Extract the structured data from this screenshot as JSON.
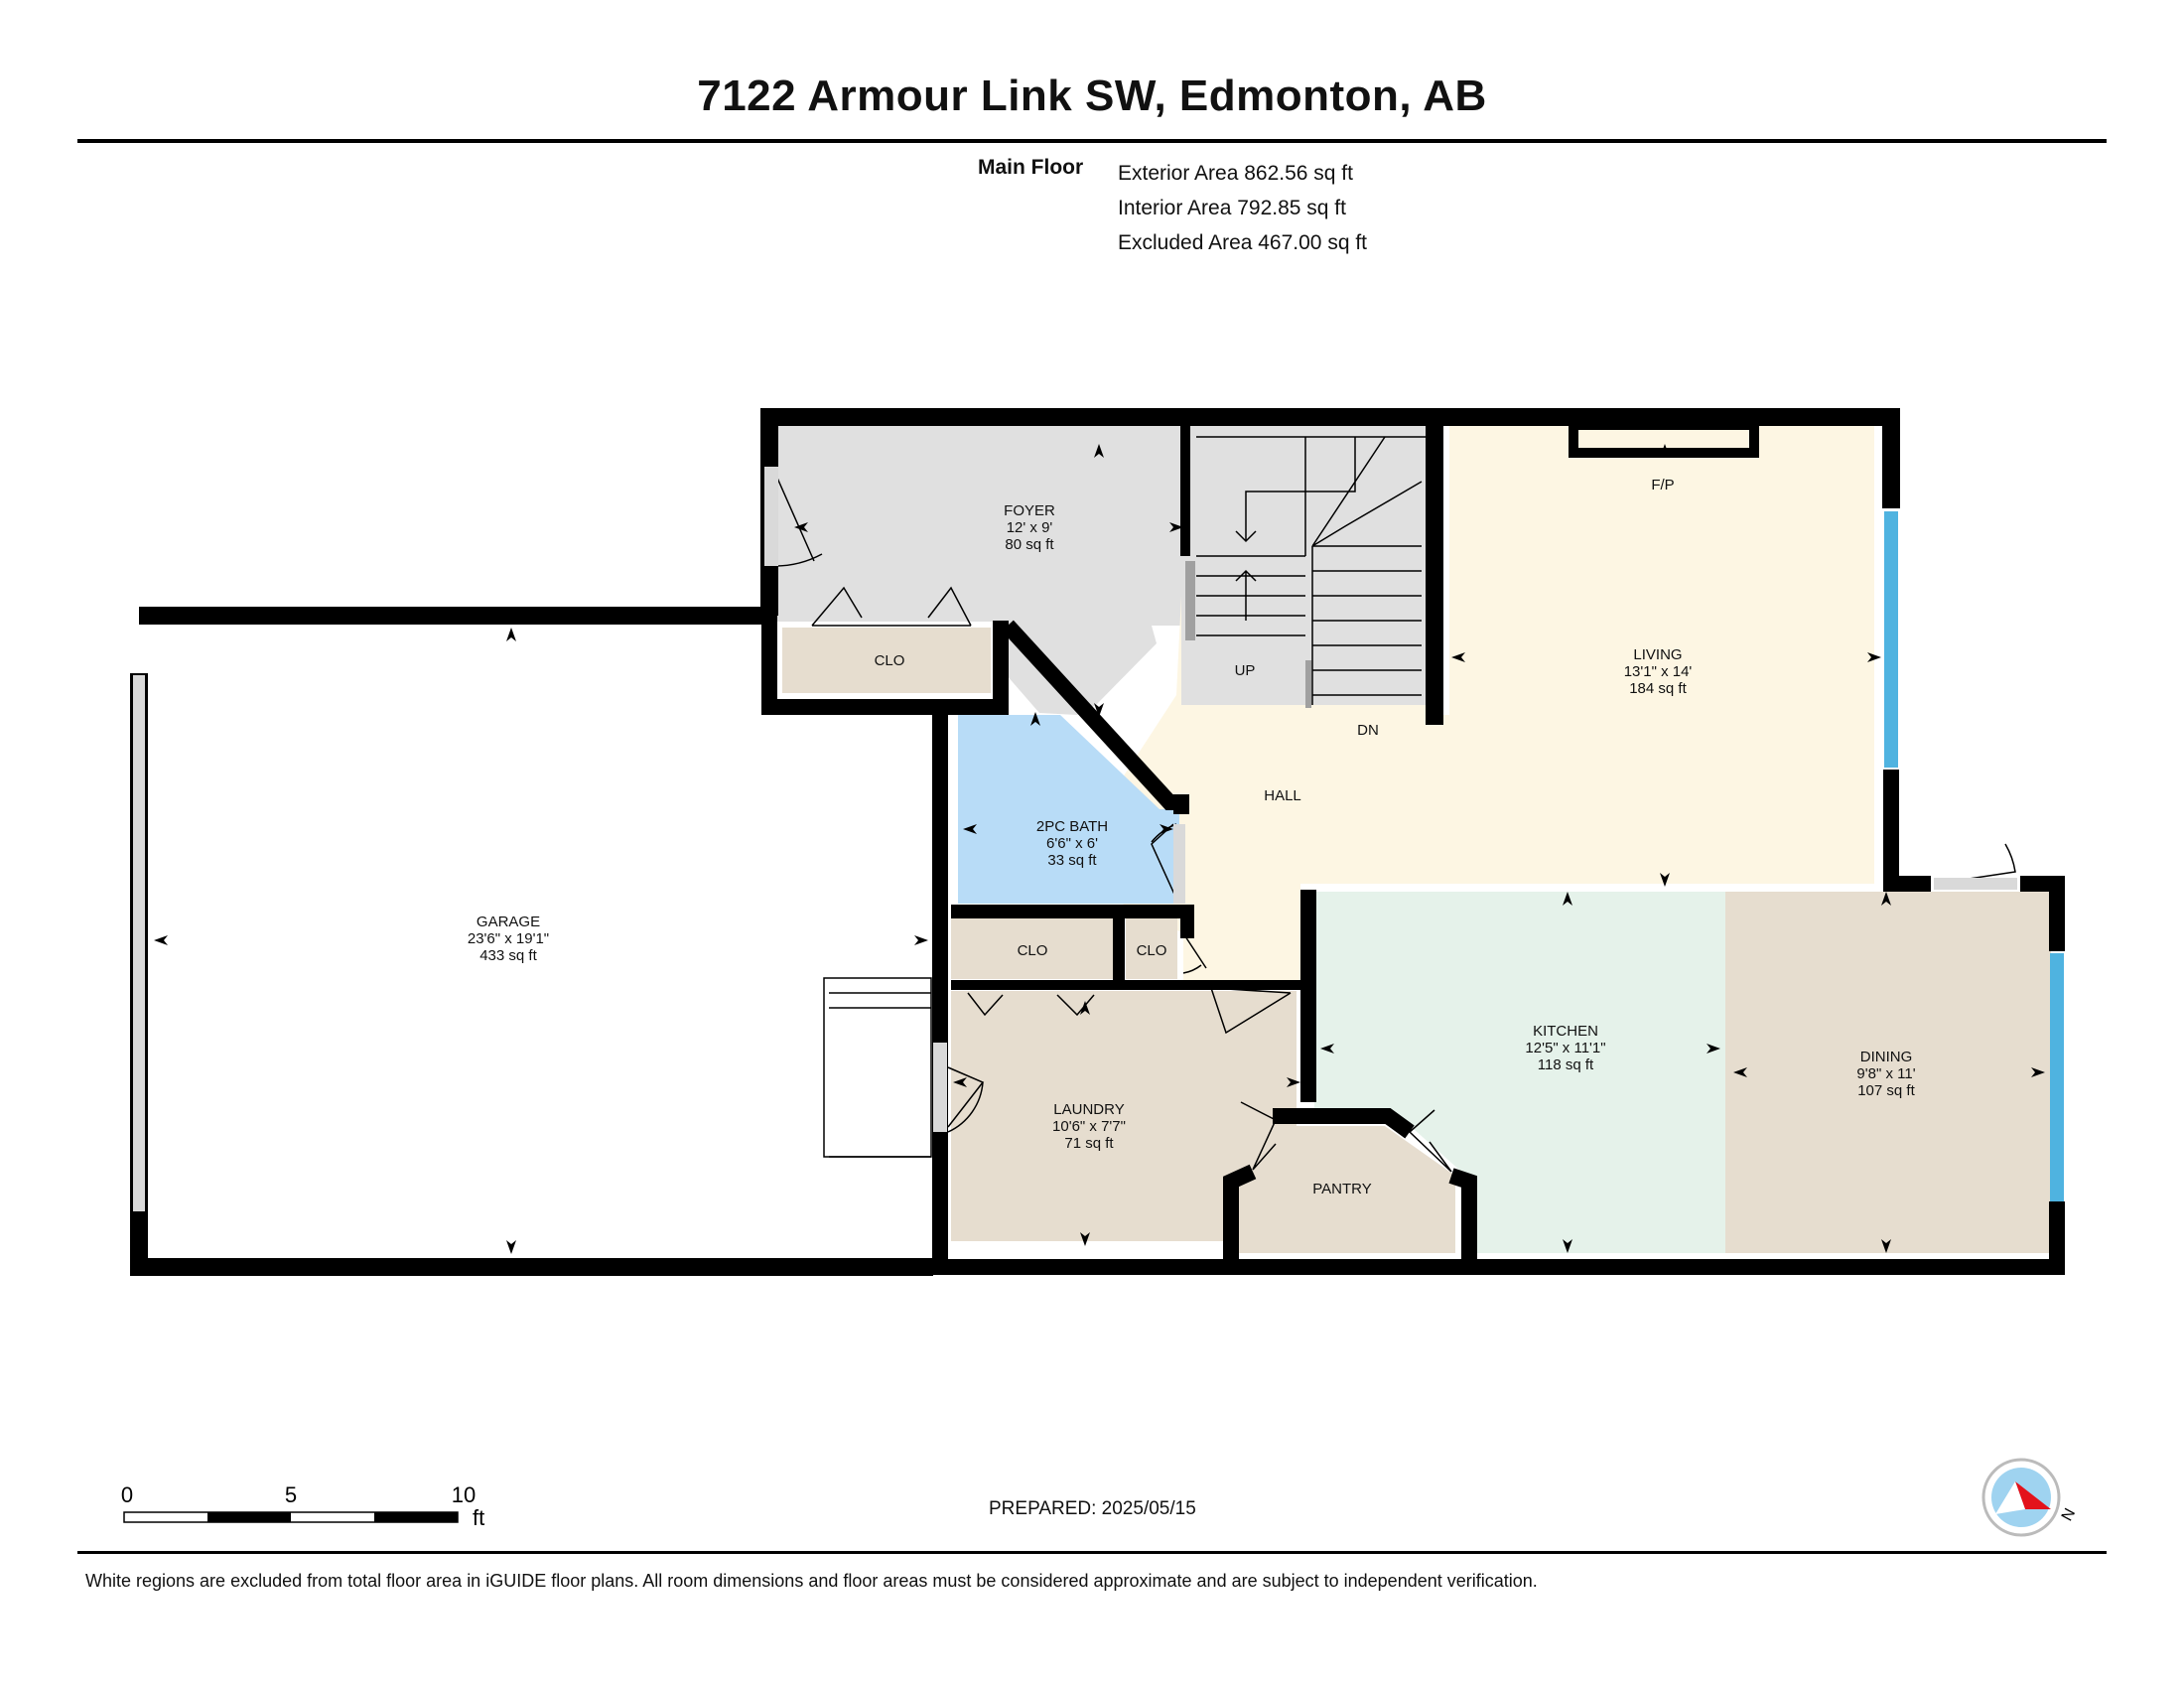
{
  "title": "7122 Armour Link SW, Edmonton, AB",
  "floor": {
    "name": "Main Floor",
    "areas": [
      "Exterior Area 862.56 sq ft",
      "Interior Area 792.85 sq ft",
      "Excluded Area 467.00 sq ft"
    ]
  },
  "rooms": {
    "foyer": {
      "name": "FOYER",
      "dims": "12' x 9'",
      "area": "80 sq ft"
    },
    "living": {
      "name": "LIVING",
      "dims": "13'1\" x 14'",
      "area": "184 sq ft"
    },
    "garage": {
      "name": "GARAGE",
      "dims": "23'6\" x 19'1\"",
      "area": "433 sq ft"
    },
    "bath": {
      "name": "2PC BATH",
      "dims": "6'6\" x 6'",
      "area": "33 sq ft"
    },
    "laundry": {
      "name": "LAUNDRY",
      "dims": "10'6\" x 7'7\"",
      "area": "71 sq ft"
    },
    "kitchen": {
      "name": "KITCHEN",
      "dims": "12'5\" x 11'1\"",
      "area": "118 sq ft"
    },
    "dining": {
      "name": "DINING",
      "dims": "9'8\" x 11'",
      "area": "107 sq ft"
    }
  },
  "labels": {
    "closet_foyer": "CLO",
    "closet_1": "CLO",
    "closet_2": "CLO",
    "hall": "HALL",
    "up": "UP",
    "down": "DN",
    "fireplace": "F/P",
    "pantry": "PANTRY"
  },
  "scale": {
    "ticks": [
      "0",
      "5",
      "10"
    ],
    "unit": "ft"
  },
  "compass": {
    "label": "N"
  },
  "prepared": "PREPARED: 2025/05/15",
  "disclaimer": "White regions are excluded from total floor area in iGUIDE floor plans. All room dimensions and floor areas must be considered approximate and are subject to independent verification.",
  "colors": {
    "wall": "#000000",
    "foyer": "#e0e0e0",
    "living": "#fdf6e3",
    "bath": "#b8dcf7",
    "closet": "#e6ddcf",
    "laundry": "#e6ddcf",
    "kitchen": "#e5f2ea",
    "dining": "#e6ddcf",
    "window": "#4fb3e0"
  }
}
